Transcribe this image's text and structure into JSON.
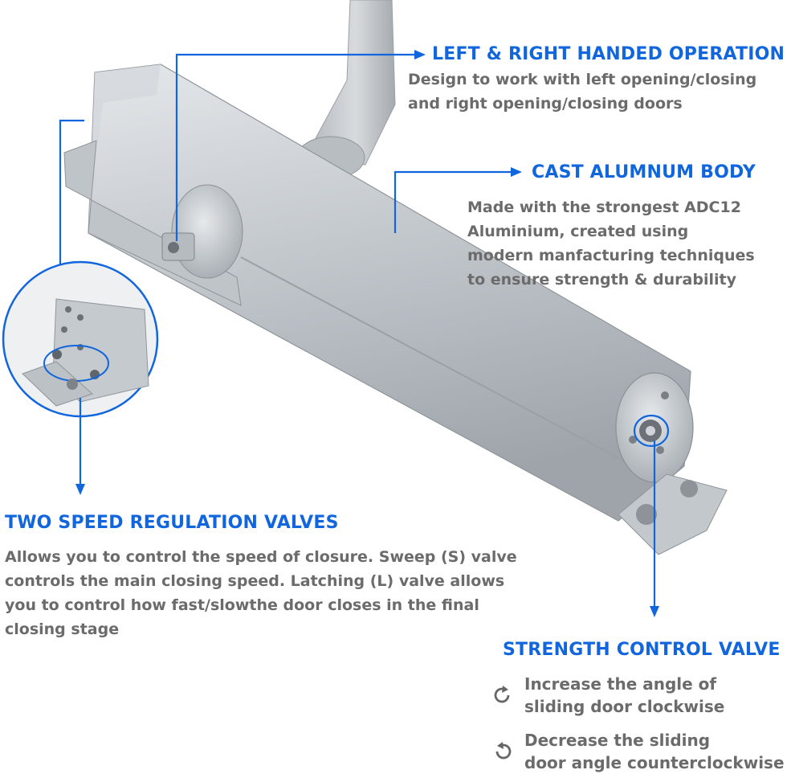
{
  "features": {
    "handed": {
      "title": "LEFT & RIGHT HANDED OPERATION",
      "lines": [
        "Design to work with left opening/closing",
        "and right opening/closing doors"
      ]
    },
    "body": {
      "title": "CAST ALUMNUM BODY",
      "lines": [
        "Made with the strongest ADC12",
        "Aluminium, created using",
        "modern manfacturing techniques",
        "to ensure strength & durability"
      ]
    },
    "speed": {
      "title": "TWO SPEED REGULATION VALVES",
      "lines": [
        "Allows you to control the speed of closure. Sweep (S) valve",
        "controls the main closing speed. Latching (L) valve allows",
        "you to control how fast/slowthe door closes in the final",
        "closing stage"
      ]
    },
    "strength": {
      "title": "STRENGTH CONTROL VALVE",
      "increase_lines": [
        "Increase the angle of",
        "sliding door clockwise"
      ],
      "decrease_lines": [
        "Decrease the sliding",
        "door angle counterclockwise"
      ]
    }
  },
  "colors": {
    "accent": "#1166dd",
    "text_gray": "#6b6b6b",
    "metal": "#c9ced3"
  },
  "icons": {
    "clockwise": "clockwise-arrow-icon",
    "counterclockwise": "counterclockwise-arrow-icon"
  }
}
